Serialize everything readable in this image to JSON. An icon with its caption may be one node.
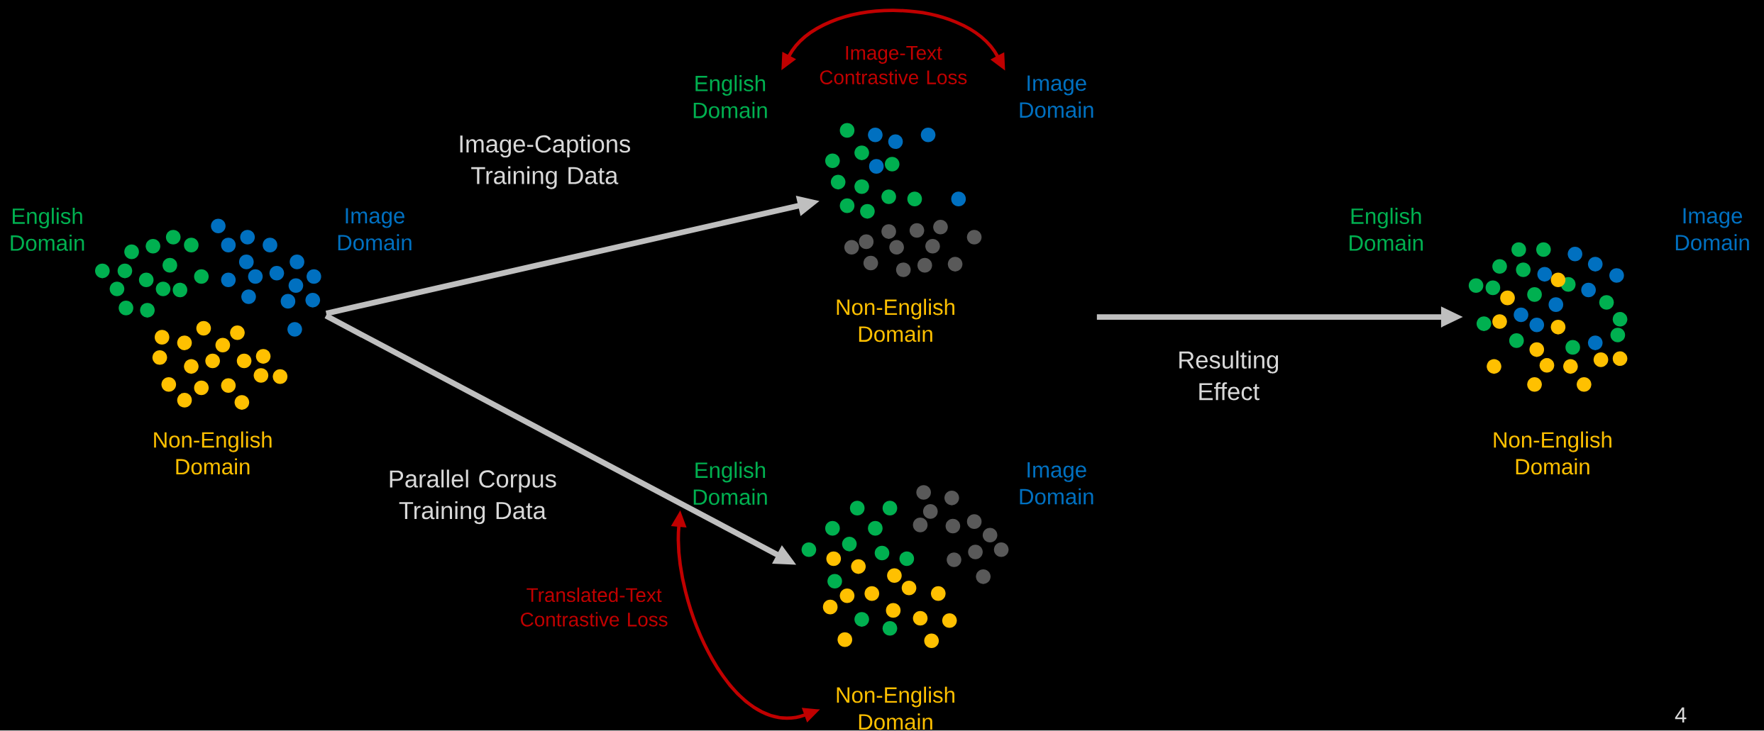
{
  "diagram": {
    "nodes": [
      {
        "text": [],
        "shape": "picture"
      },
      {
        "text": [
          "English Domain"
        ]
      },
      {
        "text": [
          "Image Domain"
        ]
      },
      {
        "text": [
          "Non-English Domain"
        ]
      },
      {
        "text": [],
        "shape": "picture"
      },
      {
        "text": [
          "English Domain"
        ]
      },
      {
        "text": [
          "Image Domain"
        ]
      },
      {
        "text": [
          "Non-English Domain"
        ]
      },
      {
        "text": [],
        "shape": "picture"
      },
      {
        "text": [
          "English Domain"
        ]
      },
      {
        "text": [
          "Image Domain"
        ]
      },
      {
        "text": [
          "Non-English Domain"
        ]
      },
      {
        "text": [],
        "shape": "picture"
      },
      {
        "text": [
          "English Domain"
        ]
      },
      {
        "text": [
          "Image Domain"
        ]
      },
      {
        "text": [
          "Non-English Domain"
        ]
      }
    ],
    "edges": [
      {
        "from": 0,
        "to": 4,
        "arrow": "to",
        "label": "Image-Captions Training Data"
      },
      {
        "from": 0,
        "to": 8,
        "arrow": "to",
        "label": "Parallel Corpus Training Data"
      },
      {
        "from": null,
        "to": 12,
        "arrow": "to",
        "label": "Resulting Effect"
      },
      {
        "from": 5,
        "to": 6,
        "arrow": "both",
        "label": "Image-Text Contrastive Loss",
        "color": "#c00000"
      },
      {
        "from": 9,
        "to": 11,
        "arrow": "both",
        "label": "Translated-Text Contrastive Loss",
        "color": "#c00000"
      }
    ],
    "labels": [
      "4"
    ]
  }
}
